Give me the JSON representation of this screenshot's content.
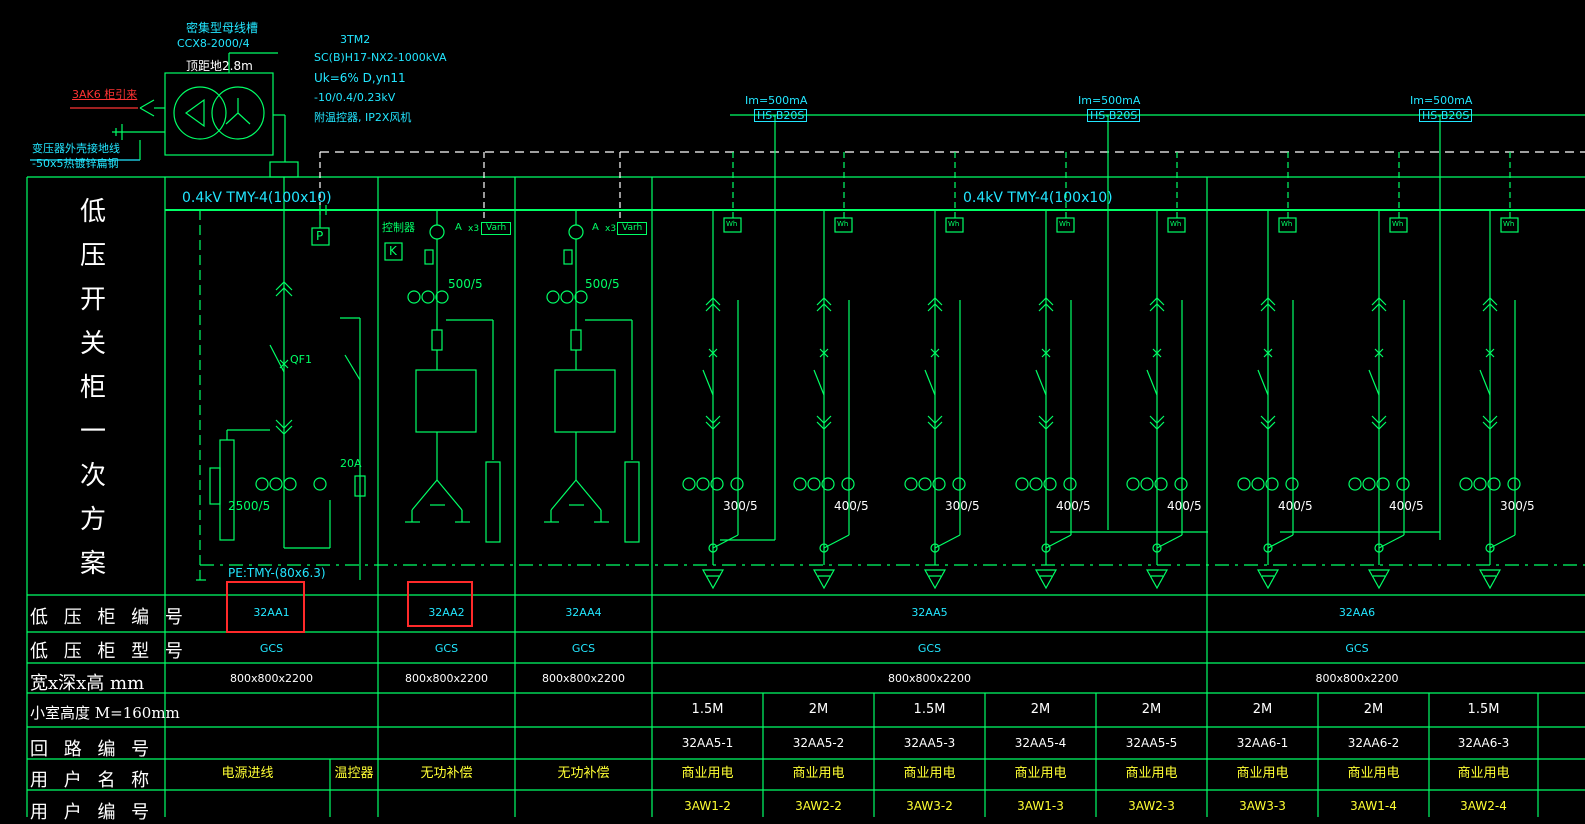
{
  "top_labels": {
    "busway_name": "密集型母线槽",
    "busway_model": "CCX8-2000/4",
    "distance": "顶距地2.8m",
    "incoming_red": "3AK6 柜引来",
    "ground_note_1": "变压器外壳接地线",
    "ground_note_2": "-50x5热镀锌扁钢"
  },
  "transformer": {
    "name": "3TM2",
    "model": "SC(B)H17-NX2-1000kVA",
    "uk": "Uk=6% D,yn11",
    "voltage": "-10/0.4/0.23kV",
    "enclosure": "附温控器, IP2X风机"
  },
  "rcd_labels": [
    {
      "im": "Im=500mA",
      "model": "HS-B20S"
    },
    {
      "im": "Im=500mA",
      "model": "HS-B20S"
    },
    {
      "im": "Im=500mA",
      "model": "HS-B20S"
    }
  ],
  "busbar_left": "0.4kV TMY-4(100x10)",
  "busbar_right": "0.4kV TMY-4(100x10)",
  "pe_bar": "PE:TMY-(80x6.3)",
  "panel_symbols": {
    "p": "P",
    "k": "K",
    "controller": "控制器",
    "qf1": "QF1",
    "ct_main": "2500/5",
    "fuse": "20A",
    "ct_comp_1": "500/5",
    "ct_comp_2": "500/5",
    "ammeter": "A",
    "x3": "x3",
    "varh": "Varh",
    "wh": "Wh"
  },
  "vertical_title": [
    "低",
    "压",
    "开",
    "关",
    "柜",
    "一",
    "次",
    "方",
    "案"
  ],
  "feeder_ct": [
    "300/5",
    "400/5",
    "300/5",
    "400/5",
    "400/5",
    "400/5",
    "400/5",
    "300/5"
  ],
  "rows": {
    "labels": [
      "低 压 柜 编 号",
      "低 压 柜 型 号",
      "宽x深x高   mm",
      "小室高度   M=160mm",
      "回 路 编 号",
      "用 户 名 称",
      "用 户 编 号"
    ],
    "cabinet_ids": [
      "32AA1",
      "32AA2",
      "32AA4",
      "32AA5",
      "32AA6"
    ],
    "cabinet_types": [
      "GCS",
      "GCS",
      "GCS",
      "GCS",
      "GCS"
    ],
    "dimensions": [
      "800x800x2200",
      "800x800x2200",
      "800x800x2200",
      "800x800x2200",
      "800x800x2200"
    ],
    "room_heights": [
      "1.5M",
      "2M",
      "1.5M",
      "2M",
      "2M",
      "2M",
      "2M",
      "1.5M"
    ],
    "circuit_ids": [
      "32AA5-1",
      "32AA5-2",
      "32AA5-3",
      "32AA5-4",
      "32AA5-5",
      "32AA6-1",
      "32AA6-2",
      "32AA6-3"
    ],
    "user_names_left": [
      "电源进线",
      "温控器",
      "无功补偿",
      "无功补偿"
    ],
    "user_names_right": [
      "商业用电",
      "商业用电",
      "商业用电",
      "商业用电",
      "商业用电",
      "商业用电",
      "商业用电",
      "商业用电"
    ],
    "user_codes": [
      "3AW1-2",
      "3AW2-2",
      "3AW3-2",
      "3AW1-3",
      "3AW2-3",
      "3AW3-3",
      "3AW1-4",
      "3AW2-4"
    ]
  }
}
